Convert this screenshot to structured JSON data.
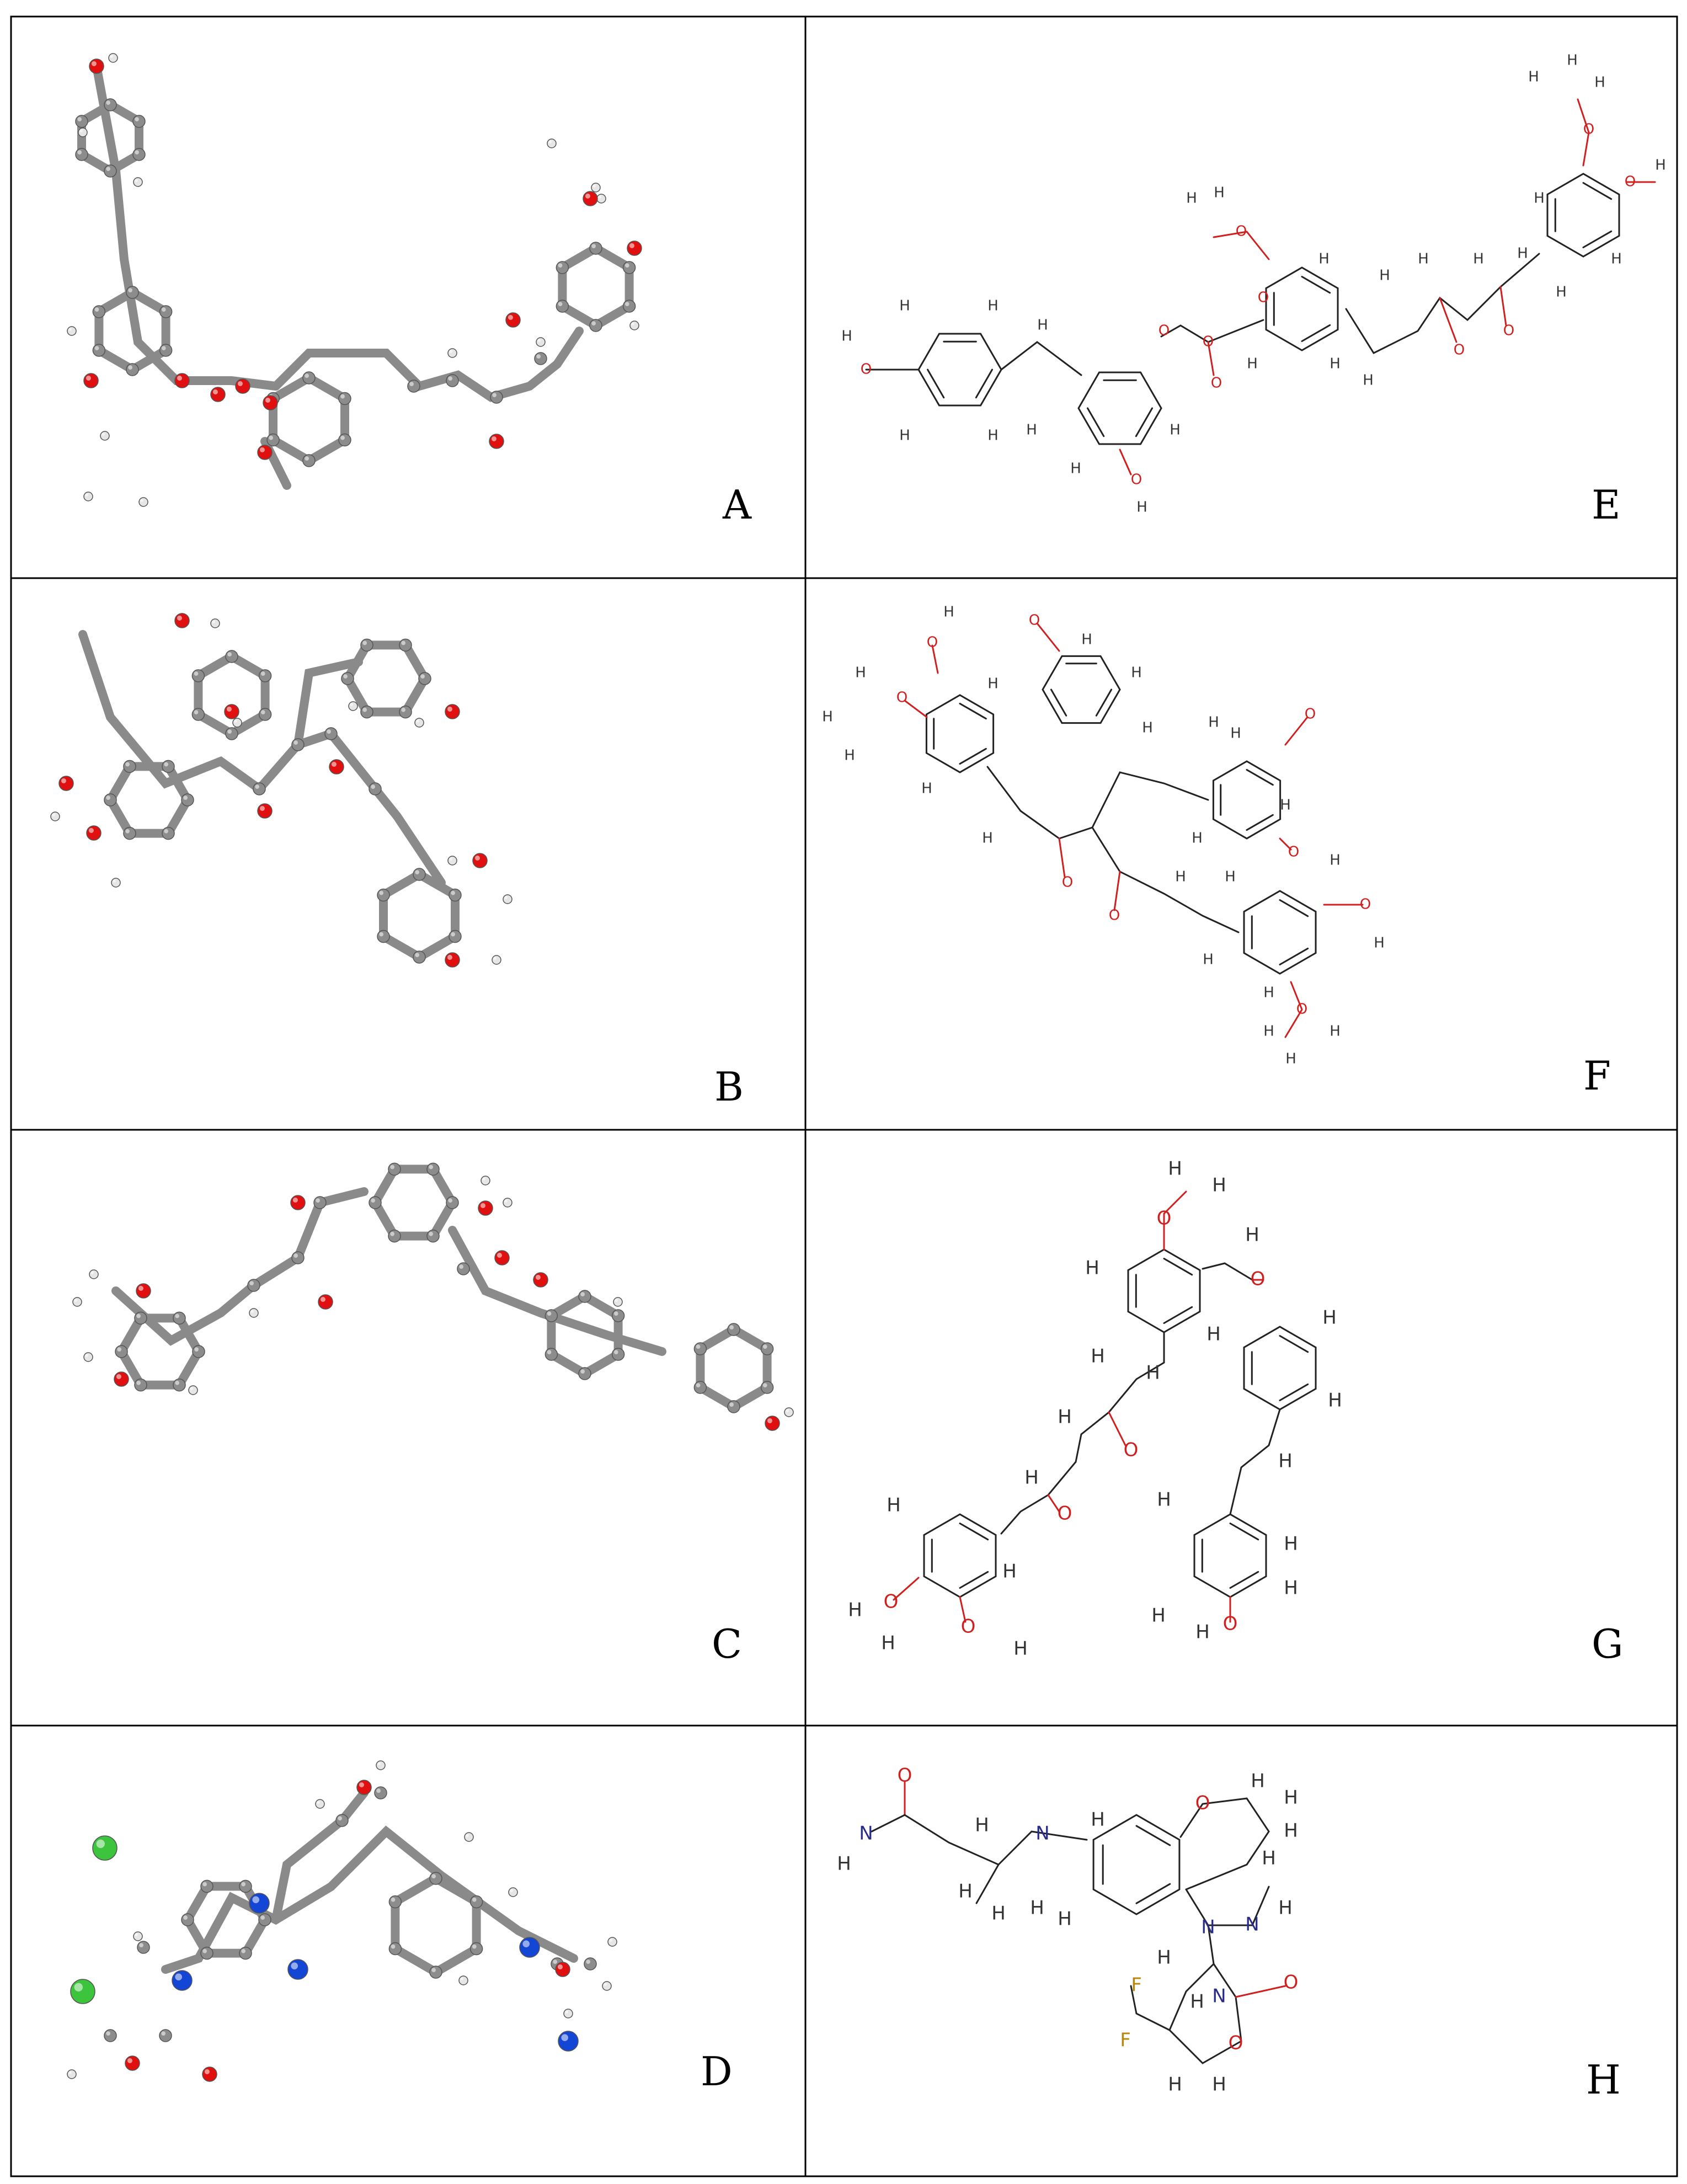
{
  "panels": [
    {
      "id": "A",
      "label": "A",
      "style": "ball-and-stick"
    },
    {
      "id": "B",
      "label": "B",
      "style": "ball-and-stick"
    },
    {
      "id": "C",
      "label": "C",
      "style": "ball-and-stick"
    },
    {
      "id": "D",
      "label": "D",
      "style": "ball-and-stick"
    },
    {
      "id": "E",
      "label": "E",
      "style": "line-structure"
    },
    {
      "id": "F",
      "label": "F",
      "style": "line-structure"
    },
    {
      "id": "G",
      "label": "G",
      "style": "line-structure"
    },
    {
      "id": "H",
      "label": "H",
      "style": "line-structure"
    }
  ],
  "atom_symbols": {
    "hydrogen": "H",
    "oxygen": "O",
    "nitrogen": "N",
    "fluorine": "F"
  },
  "colors": {
    "carbon": "#8c8c8c",
    "hydrogen": "#e6e6e6",
    "oxygen": "#e01010",
    "nitrogen": "#1446d6",
    "fluorine": "#3cc43c",
    "bond_2d": "#222222",
    "oxygen_2d": "#d11f1f",
    "nitrogen_2d": "#2a2a8a",
    "fluorine_2d": "#b8860b"
  }
}
